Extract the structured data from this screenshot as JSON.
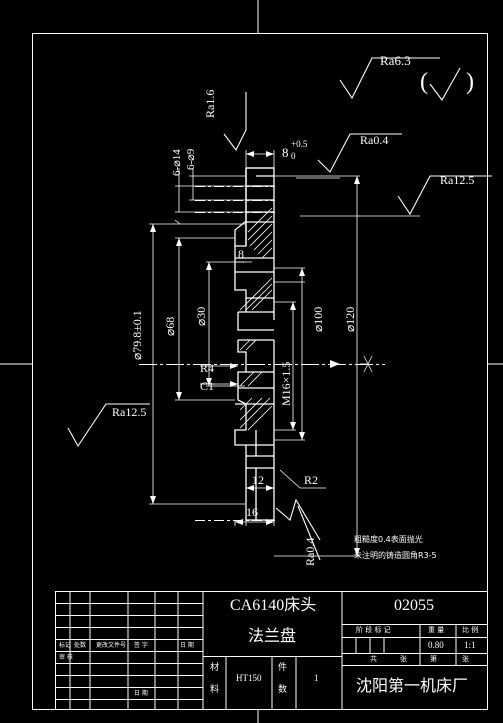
{
  "roughness": {
    "general": "Ra6.3",
    "general_paren": "(",
    "general_paren_close": ")",
    "r1": "Ra1.6",
    "r2": "Ra0.4",
    "r3": "Ra12.5",
    "r4": "Ra12.5",
    "r5": "Ra0.4"
  },
  "dims": {
    "d14": "6-⌀14",
    "d9": "6-⌀9",
    "w8_tol": "8+0.5 0",
    "w8": "8",
    "w8_sup": "+0.5",
    "w8_sub": "0",
    "inner8": "8",
    "dia798": "⌀79.8±0.1",
    "dia68": "⌀68",
    "dia30": "⌀30",
    "dia100": "⌀100",
    "dia120": "⌀120",
    "m16": "M16×1.5",
    "r4": "R4",
    "c1": "C1",
    "w12": "12",
    "r2": "R2",
    "w16": "16"
  },
  "notes": {
    "line1": "粗糙度0.4表面抛光",
    "line2": "未注明的铸造圆角R3-5"
  },
  "title_block": {
    "part_model": "CA6140床头",
    "part_name": "法兰盘",
    "drawing_no": "02055",
    "material_label_1": "材",
    "material_label_2": "料",
    "material": "HT150",
    "count_label_1": "件",
    "count_label_2": "数",
    "count": "1",
    "stage_label": "阶 段 标 记",
    "weight_label": "重 量",
    "scale_label": "比 例",
    "weight": "0.80",
    "scale": "1:1",
    "sheet_label_a": "共",
    "sheet_label_b": "张",
    "sheet_label_c": "第",
    "sheet_label_d": "张",
    "company": "沈阳第一机床厂",
    "rev_headers": [
      "标记",
      "处数",
      "更改文件号",
      "签 字",
      "日 期"
    ],
    "reviewer": "审 核",
    "date_label": "日 期"
  }
}
